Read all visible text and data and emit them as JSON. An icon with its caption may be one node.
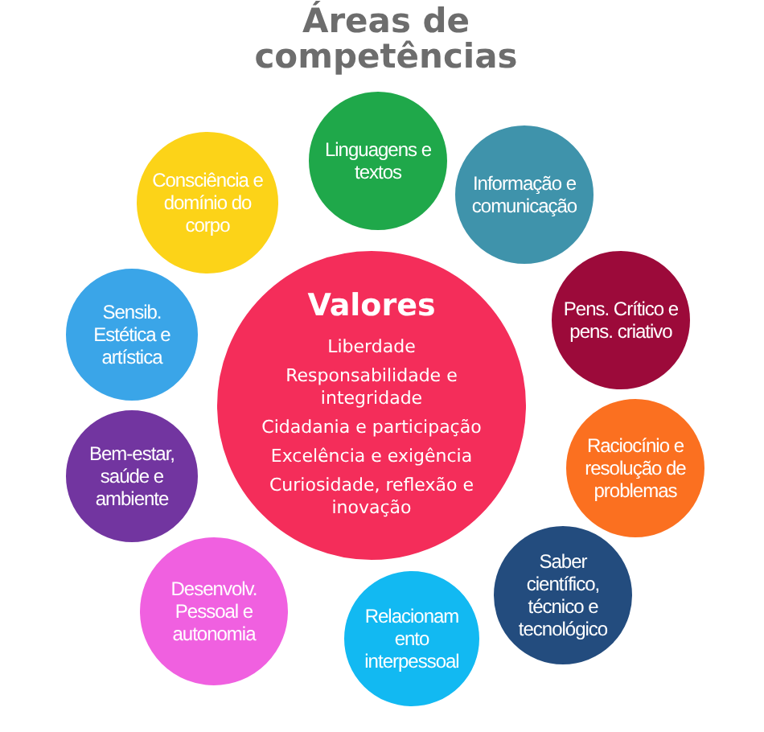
{
  "diagram": {
    "title": "Áreas de competências",
    "nodes": [
      {
        "text": [
          "Valores",
          "Liberdade",
          "Responsabilidade e integridade",
          "Cidadania e participação",
          "Excelência e exigência",
          "Curiosidade, reflexão e inovação"
        ]
      },
      {
        "text": [
          "Linguagens e textos"
        ]
      },
      {
        "text": [
          "Informação e comunicação"
        ]
      },
      {
        "text": [
          "Pens. Crítico e pens. criativo"
        ]
      },
      {
        "text": [
          "Raciocínio e resolução de problemas"
        ]
      },
      {
        "text": [
          "Saber científico, técnico e tecnológico"
        ]
      },
      {
        "text": [
          "Relacionam ento interpessoal"
        ]
      },
      {
        "text": [
          "Desenvolv. Pessoal e autonomia"
        ]
      },
      {
        "text": [
          "Bem-estar, saúde e ambiente"
        ]
      },
      {
        "text": [
          "Sensib. Estética e artística"
        ]
      },
      {
        "text": [
          "Consciência e domínio do corpo"
        ]
      }
    ],
    "edges": []
  }
}
